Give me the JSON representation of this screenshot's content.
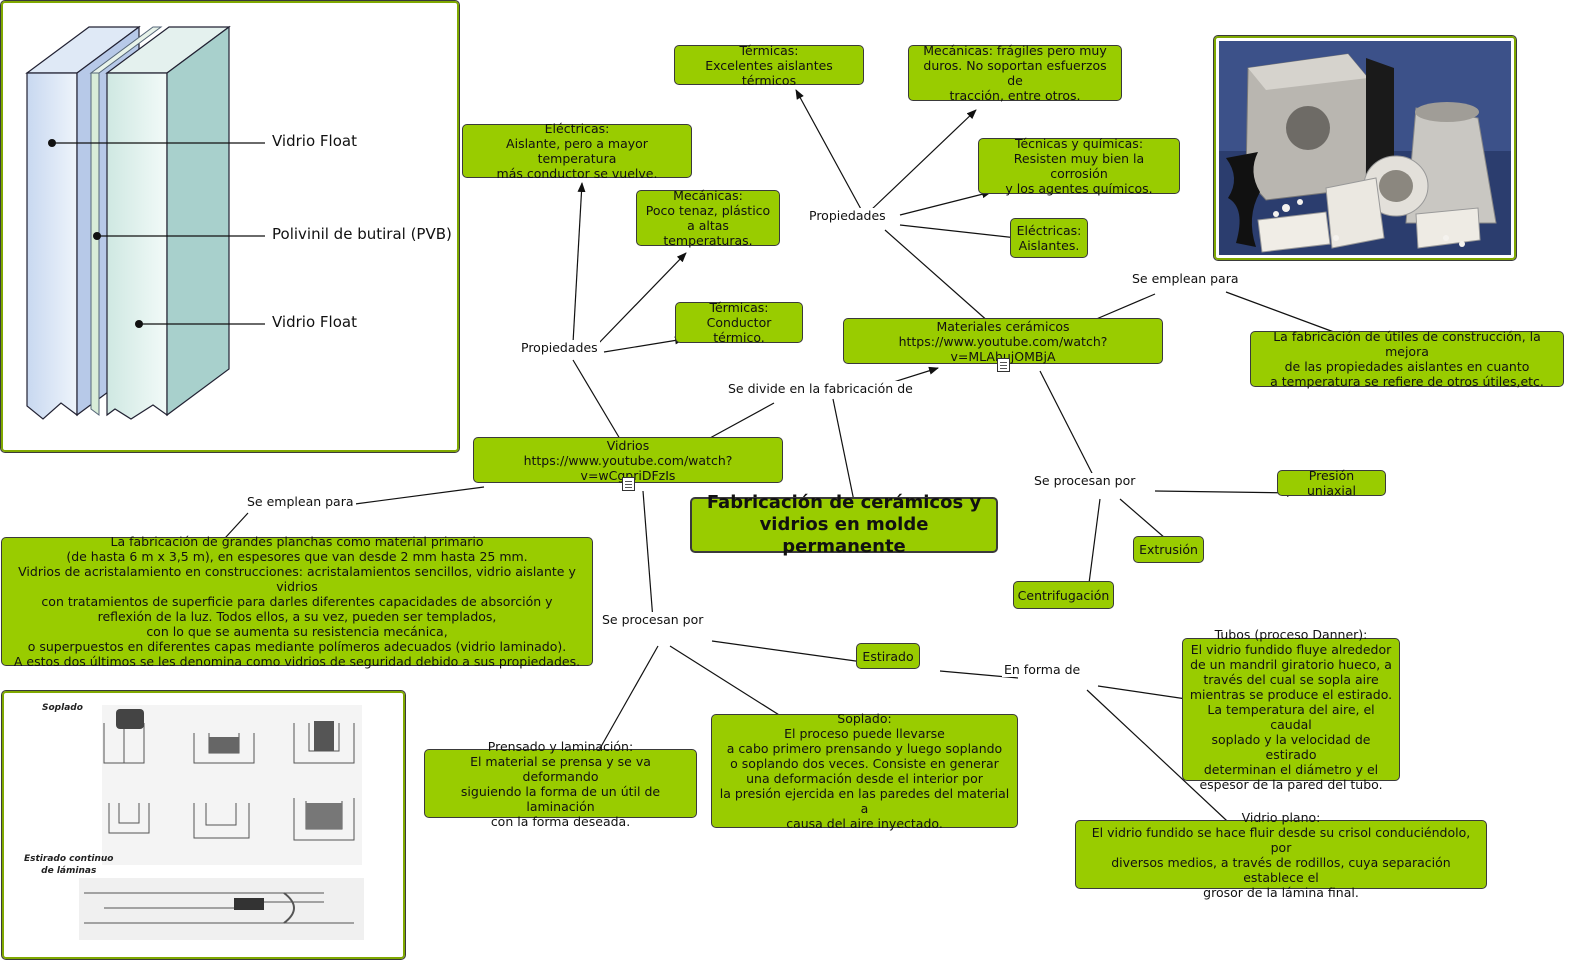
{
  "colors": {
    "node_fill": "#99cc00",
    "node_border": "#3a3a3a",
    "panel_border": "#7fa800"
  },
  "main": {
    "title": "Fabricación de cerámicos y\nvidrios en molde permanente"
  },
  "nodes": {
    "vidrios": "Vidrios\nhttps://www.youtube.com/watch?v=wCgpriDFzIs",
    "ceramicos": "Materiales cerámicos\nhttps://www.youtube.com/watch?v=MLAhujOMBjA",
    "v_electricas": "Eléctricas:\nAislante, pero a mayor temperatura\nmás conductor se vuelve.",
    "v_mecanicas": "Mecánicas:\nPoco tenaz, plástico\na altas temperaturas.",
    "v_termicas": "Térmicas:\nConductor térmico.",
    "c_termicas": "Térmicas:\nExcelentes aislantes térmicos",
    "c_mecanicas": "Mecánicas: frágiles pero muy\nduros. No soportan esfuerzos de\ntracción, entre otros.",
    "c_tecnicas": "Técnicas y químicas:\nResisten muy bien la corrosión\ny los agentes químicos.",
    "c_electricas": "Eléctricas:\nAislantes.",
    "c_emplean": "La fabricación de útiles de construcción, la mejora\nde las propiedades aislantes en cuanto\na temperatura se refiere de otros útiles,etc.",
    "presion": "Presión uniaxial",
    "extrusion": "Extrusión",
    "centrifugacion": "Centrifugación",
    "v_emplean": "La fabricación de grandes planchas como material primario\n(de hasta 6 m x 3,5 m), en espesores que van desde 2 mm hasta 25 mm.\nVidrios de acristalamiento en construcciones: acristalamientos sencillos, vidrio aislante y vidrios\ncon tratamientos de superficie para darles diferentes capacidades de absorción y\nreflexión de la luz. Todos ellos, a su vez, pueden ser templados,\ncon lo que se aumenta su resistencia mecánica,\no superpuestos en diferentes capas mediante polímeros adecuados (vidrio laminado).\nA estos dos últimos se les denomina como vidrios de seguridad debido a sus propiedades.",
    "estirado": "Estirado",
    "prensado": "Prensado y laminación:\nEl material se prensa y se va deformando\nsiguiendo la forma de un útil de laminación\ncon la forma deseada.",
    "soplado": "Soplado:\nEl proceso puede llevarse\na cabo primero prensando y luego soplando\no soplando dos veces. Consiste en generar\nuna deformación desde el interior por\nla presión ejercida en las paredes del material a\ncausa del aire inyectado.",
    "tubos": "Tubos (proceso Danner):\nEl vidrio fundido fluye alrededor\nde un mandril giratorio hueco, a\ntravés del cual se sopla aire\nmientras se produce el estirado.\nLa temperatura del aire, el caudal\nsoplado y la velocidad de estirado\ndeterminan el diámetro y el\nespesor de la pared del tubo.",
    "plano": "Vidrio plano:\nEl vidrio fundido se hace fluir desde su crisol conduciéndolo, por\ndiversos medios, a través de rodillos, cuya separación establece el\ngrosor de la lámina final."
  },
  "links": {
    "divide": "Se divide en la fabricación de",
    "v_prop": "Propiedades",
    "c_prop": "Propiedades",
    "c_emplean": "Se emplean para",
    "c_procesan": "Se procesan por",
    "v_emplean": "Se emplean para",
    "v_procesan": "Se procesan por",
    "forma": "En forma de"
  },
  "glass_image": {
    "label_1": "Vidrio Float",
    "label_2": "Polivinil de butiral (PVB)",
    "label_3": "Vidrio Float"
  },
  "process_image": {
    "title_1": "Soplado",
    "title_2": "Estirado continuo\nde láminas"
  },
  "icons": [
    "doc-icon",
    "doc-icon"
  ]
}
